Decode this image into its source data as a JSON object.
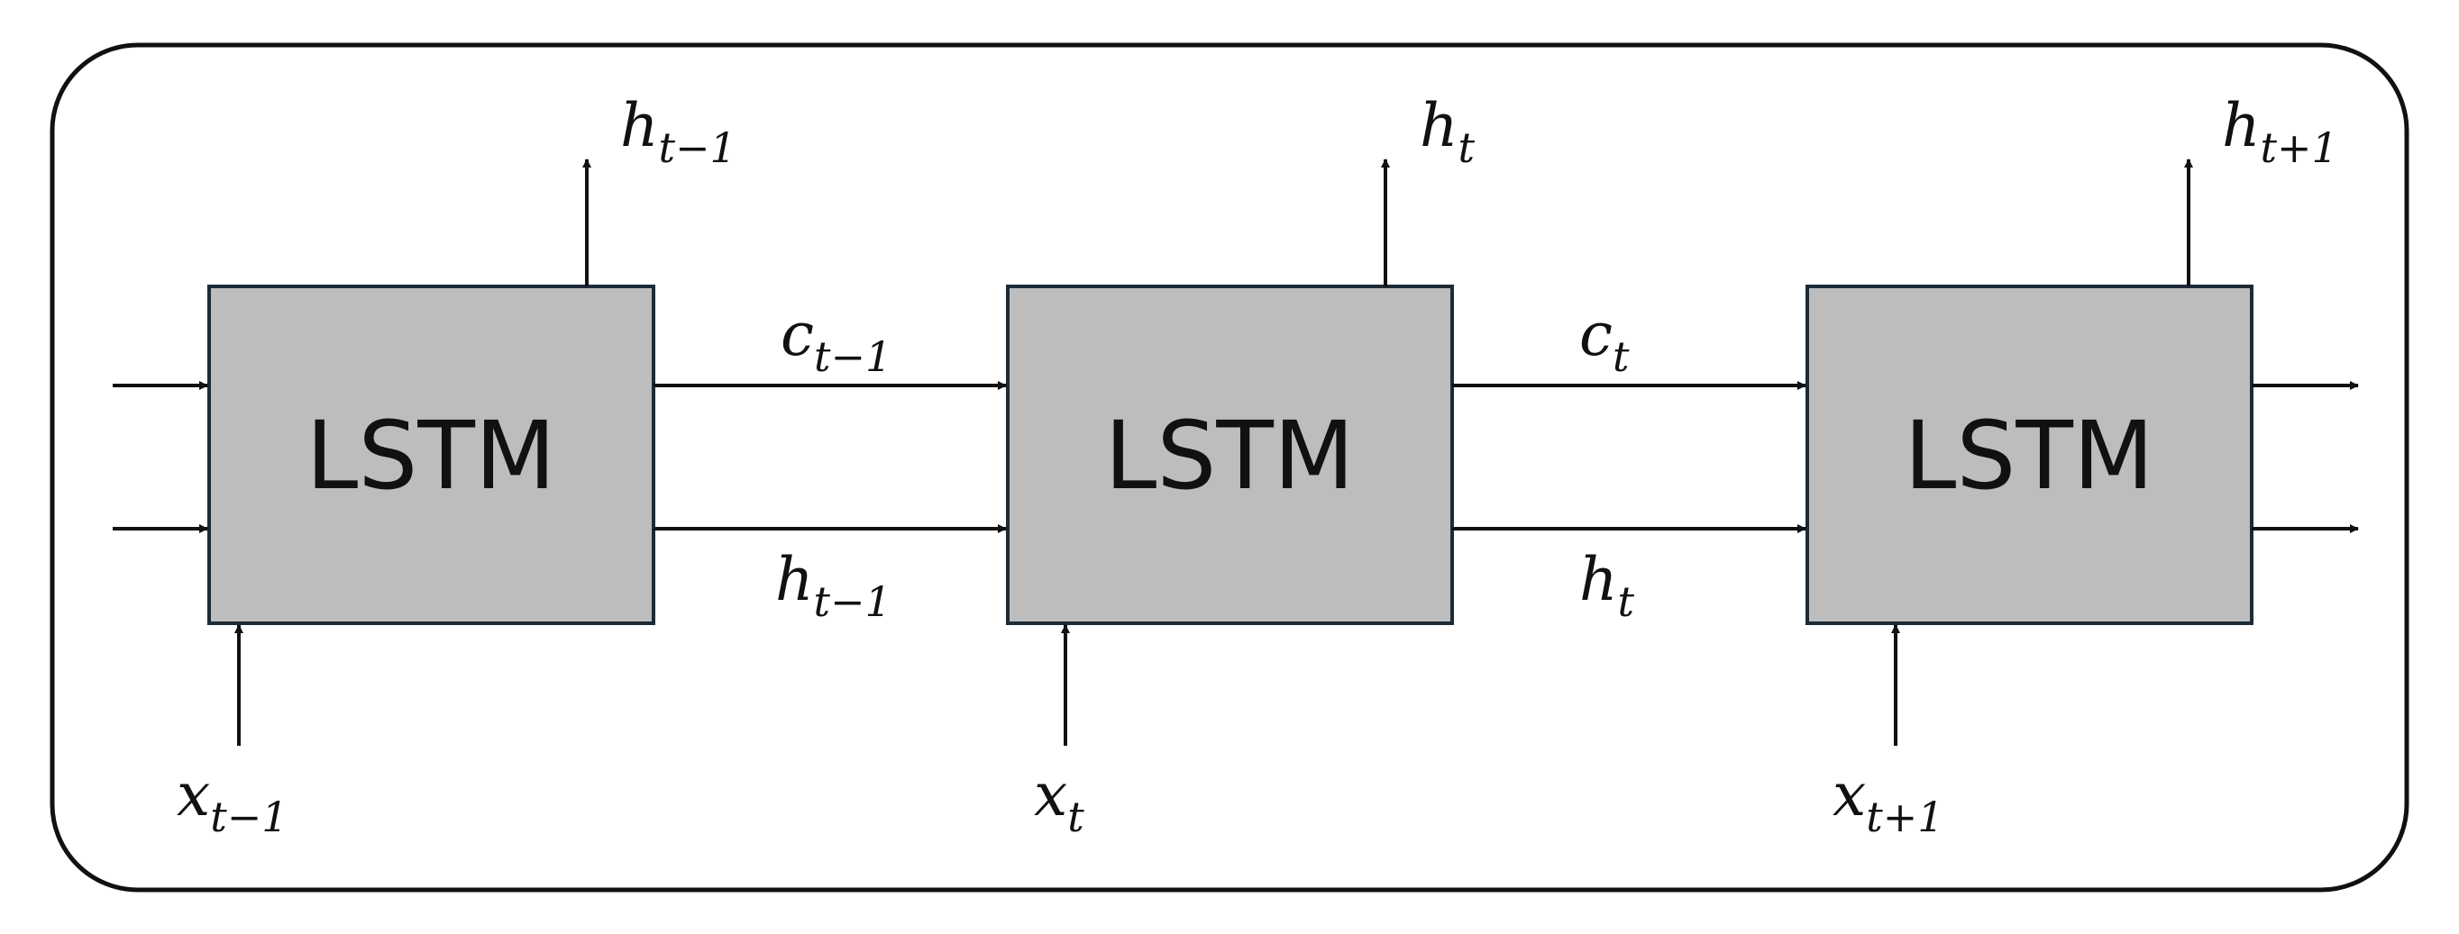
{
  "cells": [
    {
      "label": "LSTM",
      "input": {
        "base": "x",
        "sub": "t−1"
      },
      "output": {
        "base": "h",
        "sub": "t−1"
      }
    },
    {
      "label": "LSTM",
      "input": {
        "base": "x",
        "sub": "t"
      },
      "output": {
        "base": "h",
        "sub": "t"
      }
    },
    {
      "label": "LSTM",
      "input": {
        "base": "x",
        "sub": "t+1"
      },
      "output": {
        "base": "h",
        "sub": "t+1"
      }
    }
  ],
  "links": [
    {
      "cell_state": {
        "base": "c",
        "sub": "t−1"
      },
      "hidden_state": {
        "base": "h",
        "sub": "t−1"
      }
    },
    {
      "cell_state": {
        "base": "c",
        "sub": "t"
      },
      "hidden_state": {
        "base": "h",
        "sub": "t"
      }
    }
  ],
  "colors": {
    "cell_fill": "#bdbdbd",
    "cell_border": "#1c2b36",
    "line": "#111111"
  }
}
